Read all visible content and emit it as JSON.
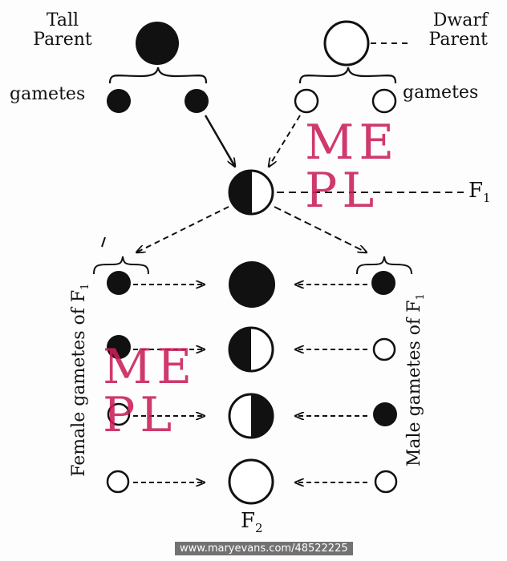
{
  "labels": {
    "tall_parent_line1": "Tall",
    "tall_parent_line2": "Parent",
    "dwarf_parent_line1": "Dwarf",
    "dwarf_parent_line2": "Parent",
    "gametes_left": "gametes",
    "gametes_right": "gametes",
    "f1": "F",
    "f1_sub": "1",
    "f2": "F",
    "f2_sub": "2",
    "female_gametes": "Female gametes of F",
    "female_sub": "1",
    "male_gametes": "Male gametes of F",
    "male_sub": "1"
  },
  "watermark": {
    "line1": "ME",
    "line2": "PL",
    "color": "#c81e5a"
  },
  "credit": "www.maryevans.com/48522225"
}
